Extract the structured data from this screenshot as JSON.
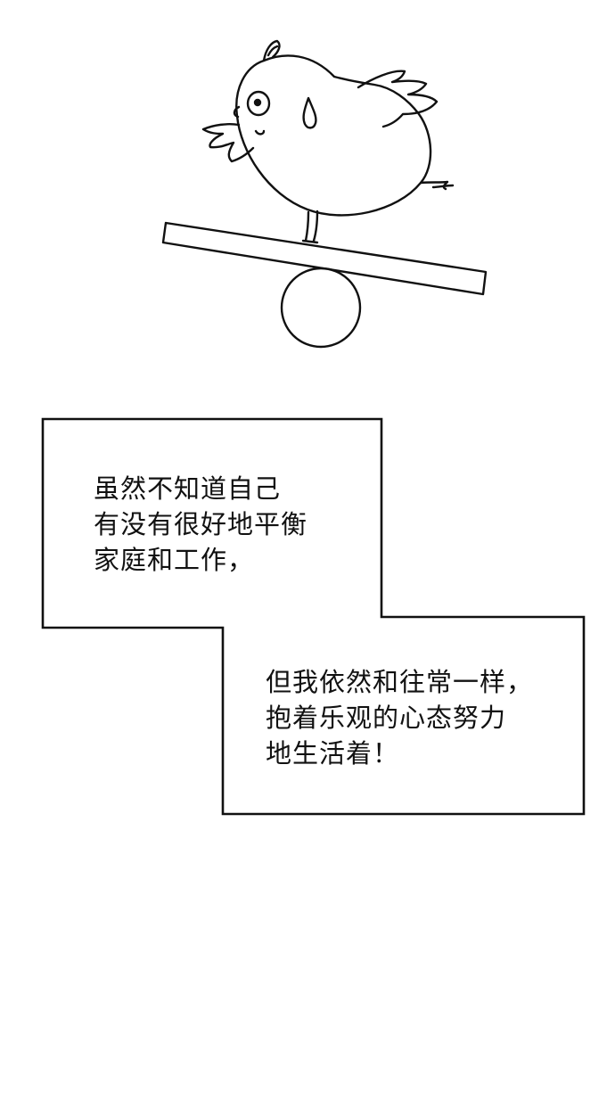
{
  "captions": {
    "top": {
      "lines": [
        "虽然不知道自己",
        "有没有很好地平衡",
        "家庭和工作，"
      ]
    },
    "bottom": {
      "lines": [
        "但我依然和往常一样，",
        "抱着乐观的心态努力",
        "地生活着！"
      ]
    }
  },
  "colors": {
    "ink": "#111111",
    "paper": "#ffffff"
  },
  "icons": {
    "character": "chick-balancing-icon",
    "seesaw": "seesaw-plank-icon",
    "ball": "ball-fulcrum-icon"
  }
}
